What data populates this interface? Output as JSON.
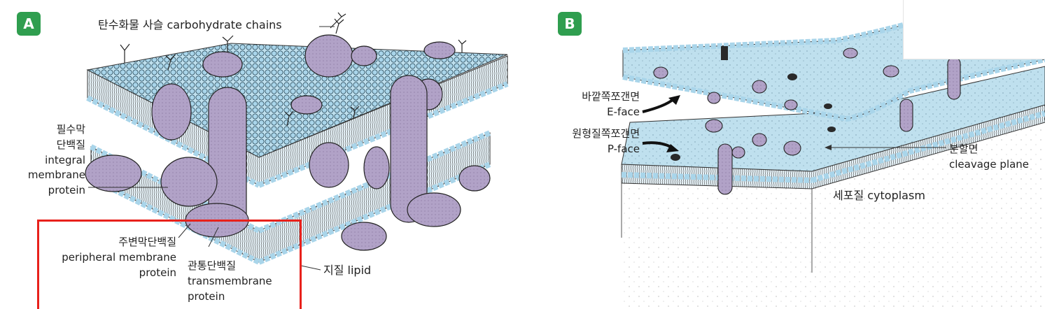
{
  "colors": {
    "badge": "#2f9e4f",
    "highlight": "#e8211b",
    "membrane": "#bfe0ee",
    "head": "#a9d5ea",
    "protein": "#b1a2c7",
    "outline": "#333333",
    "cytoplasm": "#f4f4f4"
  },
  "panel_a": {
    "badge": "A",
    "carbohydrate_label": "탄수화물 사슬 carbohydrate chains",
    "integral_label": [
      "필수막",
      "단백질",
      "integral",
      "membrane",
      "protein"
    ],
    "peripheral_label": [
      "주변막단백질",
      "peripheral membrane",
      "protein"
    ],
    "transmembrane_label": [
      "관통단백질",
      "transmembrane",
      "protein"
    ],
    "lipid_label": "지질 lipid"
  },
  "panel_b": {
    "badge": "B",
    "eface_label": [
      "바깥쪽쪼갠면",
      "E-face"
    ],
    "pface_label": [
      "원형질쪽쪼갠면",
      "P-face"
    ],
    "cleavage_label": [
      "분할면",
      "cleavage plane"
    ],
    "cytoplasm_label": "세포질 cytoplasm"
  }
}
